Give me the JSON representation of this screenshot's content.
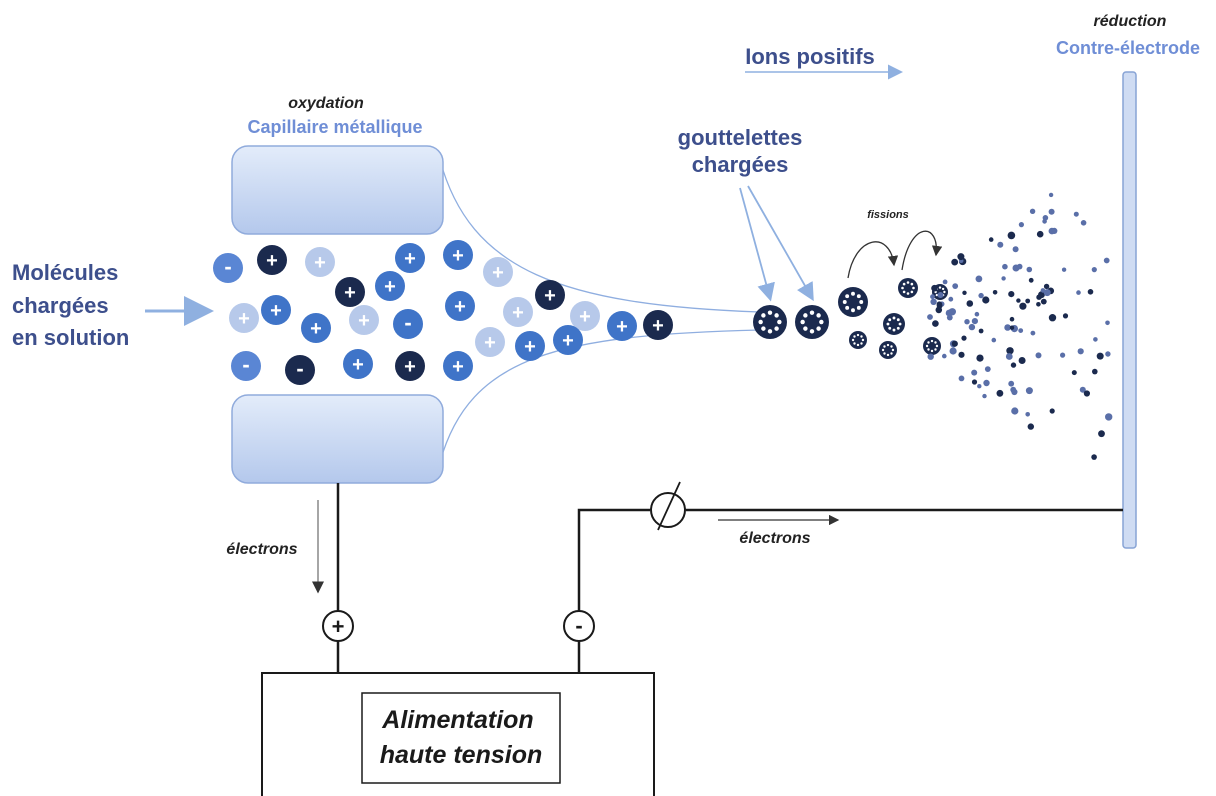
{
  "labels": {
    "molecules_line1": "Molécules",
    "molecules_line2": "chargées",
    "molecules_line3": "en solution",
    "oxidation": "oxydation",
    "capillary": "Capillaire métallique",
    "droplets_line1": "gouttelettes",
    "droplets_line2": "chargées",
    "fissions": "fissions",
    "positive_ions": "Ions positifs",
    "reduction": "réduction",
    "counter_electrode": "Contre-électrode",
    "electrons_left": "électrons",
    "electrons_right": "électrons",
    "power_line1": "Alimentation",
    "power_line2": "haute tension",
    "terminal_plus": "+",
    "terminal_minus": "-"
  },
  "ion_signs": {
    "plus": "+",
    "minus": "-"
  },
  "colors": {
    "label_blue": "#3d4f8c",
    "label_light_blue": "#6f8ed6",
    "electrode_fill": "#c9d8f2",
    "electrode_stroke": "#7f9bd0",
    "ion_dark": "#1b2a4e",
    "ion_mid": "#3f74c8",
    "ion_mid2": "#5a86d4",
    "ion_light": "#b7c9ea"
  }
}
